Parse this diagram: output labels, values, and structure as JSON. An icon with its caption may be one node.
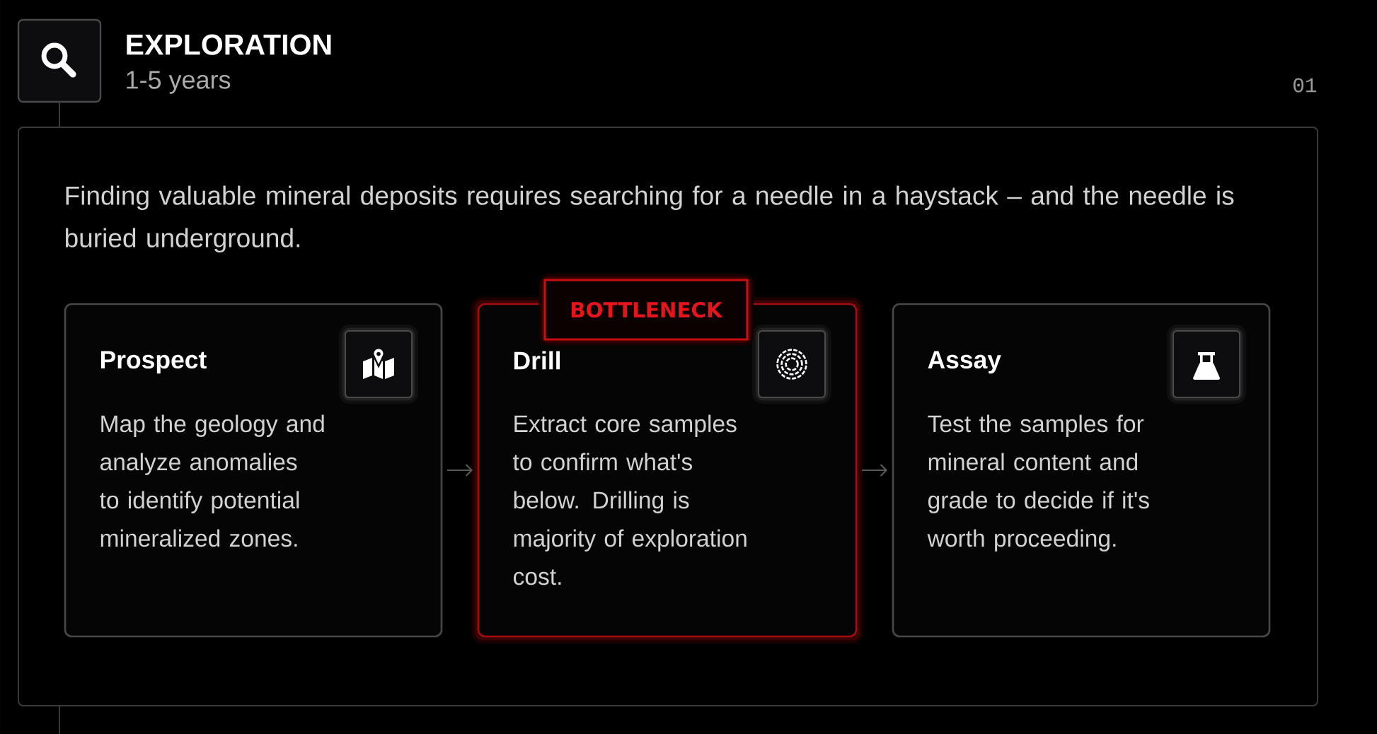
{
  "diagram": {
    "title": "EXPLORATION",
    "nodes": [
      {
        "text": [],
        "shape": "box",
        "beside": [
          "1-5 years"
        ]
      },
      {
        "text": [
          "Finding valuable mineral deposits requires searching for a needle in a haystack – and the needle is buried underground."
        ]
      },
      {
        "text": [
          "Prospect",
          "Map the geology and analyze anomalies to identify potential mineralized zones."
        ],
        "in": 1
      },
      {
        "text": [
          "Drill",
          "Extract core samples to confirm what's below. Drilling is majority of exploration cost."
        ],
        "in": 1
      },
      {
        "text": [
          "BOTTLENECK"
        ],
        "in": 1
      },
      {
        "text": [
          "Assay",
          "Test the samples for mineral content and grade to decide if it's worth proceeding."
        ],
        "in": 1
      }
    ],
    "edges": [
      {
        "from": 0,
        "to": 1,
        "arrow": "none"
      },
      {
        "from": 2,
        "to": 3,
        "arrow": "to"
      },
      {
        "from": 3,
        "to": 5,
        "arrow": "to"
      },
      {
        "from": 1,
        "to": null,
        "arrow": "none"
      }
    ],
    "labels": [
      "01"
    ]
  }
}
